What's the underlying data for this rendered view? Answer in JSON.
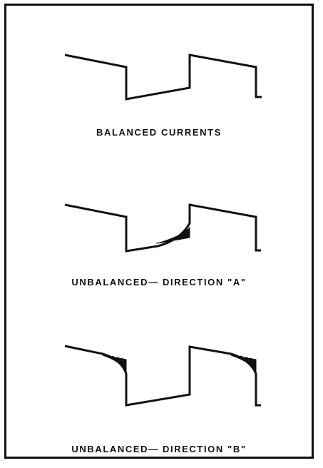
{
  "figure": {
    "panels": [
      {
        "caption": "BALANCED CURRENTS"
      },
      {
        "caption": "UNBALANCED— DIRECTION \"A\""
      },
      {
        "caption": "UNBALANCED— DIRECTION \"B\""
      }
    ]
  }
}
